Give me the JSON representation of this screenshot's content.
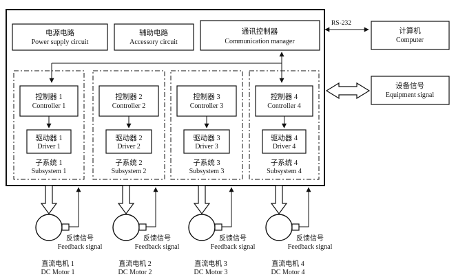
{
  "title": "",
  "main_blocks": {
    "power": {
      "cn": "电源电路",
      "en": "Power supply circuit"
    },
    "accessory": {
      "cn": "辅助电路",
      "en": "Accessory circuit"
    },
    "comm": {
      "cn": "通讯控制器",
      "en": "Communication manager"
    }
  },
  "external": {
    "rs232": "RS-232",
    "computer": {
      "cn": "计算机",
      "en": "Computer"
    },
    "equipment": {
      "cn": "设备信号",
      "en": "Equipment signal"
    }
  },
  "subsystems": [
    {
      "controller_cn": "控制器 1",
      "controller_en": "Controller 1",
      "driver_cn": "驱动器 1",
      "driver_en": "Driver 1",
      "sub_cn": "子系统 1",
      "sub_en": "Subsystem 1"
    },
    {
      "controller_cn": "控制器 2",
      "controller_en": "Controller 2",
      "driver_cn": "驱动器 2",
      "driver_en": "Driver 2",
      "sub_cn": "子系统 2",
      "sub_en": "Subsystem 2"
    },
    {
      "controller_cn": "控制器 3",
      "controller_en": "Controller 3",
      "driver_cn": "驱动器 3",
      "driver_en": "Driver 3",
      "sub_cn": "子系统 3",
      "sub_en": "Subsystem 3"
    },
    {
      "controller_cn": "控制器 4",
      "controller_en": "Controller 4",
      "driver_cn": "驱动器 4",
      "driver_en": "Driver 4",
      "sub_cn": "子系统 4",
      "sub_en": "Subsystem 4"
    }
  ],
  "feedback": {
    "cn": "反馈信号",
    "en": "Feedback signal"
  },
  "motors": [
    {
      "cn": "直流电机 1",
      "en": "DC Motor 1"
    },
    {
      "cn": "直流电机 2",
      "en": "DC Motor 2"
    },
    {
      "cn": "直流电机 3",
      "en": "DC Motor 3"
    },
    {
      "cn": "直流电机 4",
      "en": "DC Motor 4"
    }
  ]
}
